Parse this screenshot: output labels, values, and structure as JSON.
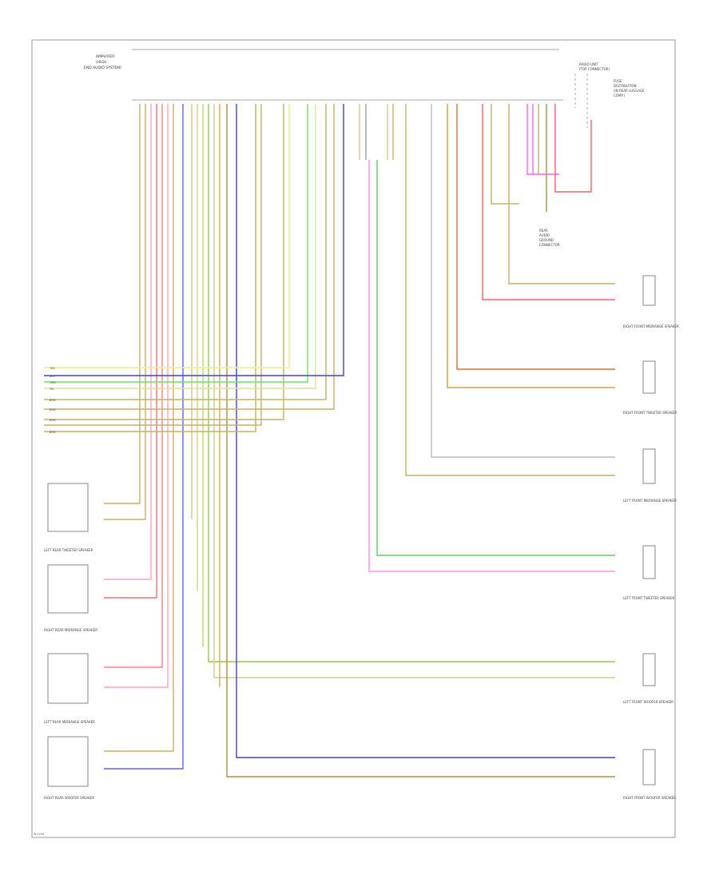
{
  "amplifier": {
    "label_lines": [
      "AMPLIFIER",
      "(HIGH",
      "END AUDIO SYSTEM)"
    ]
  },
  "radio_unit": {
    "label_lines": [
      "RADIO UNIT",
      "(TOP CONNECTOR)"
    ]
  },
  "fuse_label": {
    "label_lines": [
      "FUSE",
      "DISTRIBUTION",
      "(IN REAR LUGGAGE",
      "COMP.)"
    ]
  },
  "ground_label": {
    "label_lines": [
      "REAR",
      "AUDIO",
      "GROUND",
      "CONNECTOR"
    ]
  },
  "speakers": [
    {
      "name": "RIGHT FRONT MIDRANGE SPEAKER"
    },
    {
      "name": "RIGHT FRONT TWEETER SPEAKER"
    },
    {
      "name": "LEFT FRONT MIDRANGE SPEAKER"
    },
    {
      "name": "LEFT FRONT TWEETER SPEAKER"
    },
    {
      "name": "LEFT FRONT WOOFER SPEAKER"
    },
    {
      "name": "RIGHT FRONT WOOFER SPEAKER"
    },
    {
      "name": "LEFT REAR TWEETER SPEAKER"
    },
    {
      "name": "RIGHT REAR MIDRANGE SPEAKER"
    },
    {
      "name": "LEFT REAR MIDRANGE SPEAKER"
    },
    {
      "name": "RIGHT REAR WOOFER SPEAKER"
    }
  ],
  "harness_labels": [
    "TAN",
    "BLU",
    "GRN",
    "YEL",
    "BRN",
    "BRN",
    "BRN",
    "BRN"
  ],
  "footer": {
    "code": "W:1234"
  }
}
